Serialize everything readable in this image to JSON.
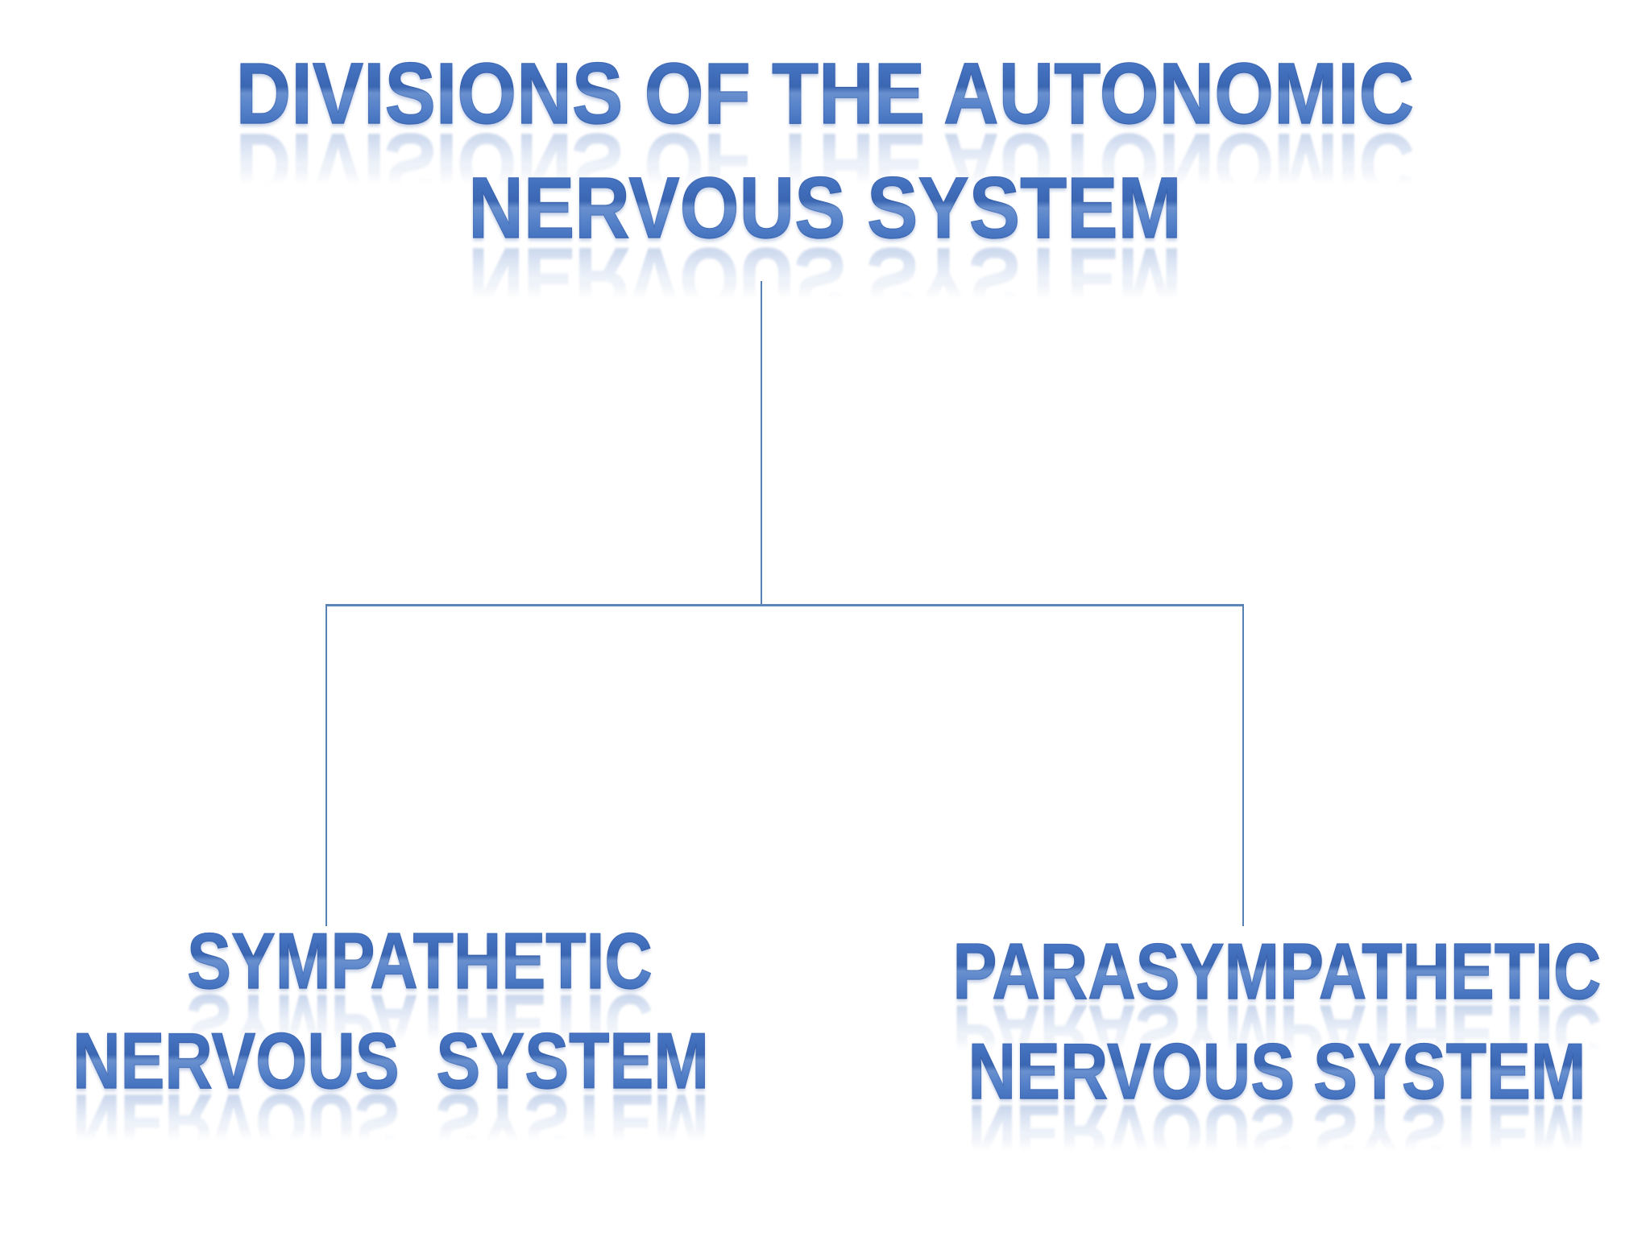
{
  "slide": {
    "background": "#ffffff",
    "title": {
      "line1": "DIVISIONS OF THE AUTONOMIC",
      "line2": "NERVOUS SYSTEM"
    },
    "nodes": {
      "left": {
        "line1": "SYMPATHETIC",
        "line2": "NERVOUS  SYSTEM"
      },
      "right": {
        "line1": "PARASYMPATHETIC",
        "line2": "NERVOUS SYSTEM"
      }
    },
    "colors": {
      "wordart_blue": "#3f6cba",
      "wordart_highlight": "#6e95d4",
      "wordart_shadow": "#2f58a4",
      "connector_blue": "#5b87b8"
    }
  },
  "diagram": {
    "type": "hierarchy",
    "root": "DIVISIONS OF THE AUTONOMIC NERVOUS SYSTEM",
    "children": [
      "SYMPATHETIC NERVOUS SYSTEM",
      "PARASYMPATHETIC NERVOUS SYSTEM"
    ]
  }
}
